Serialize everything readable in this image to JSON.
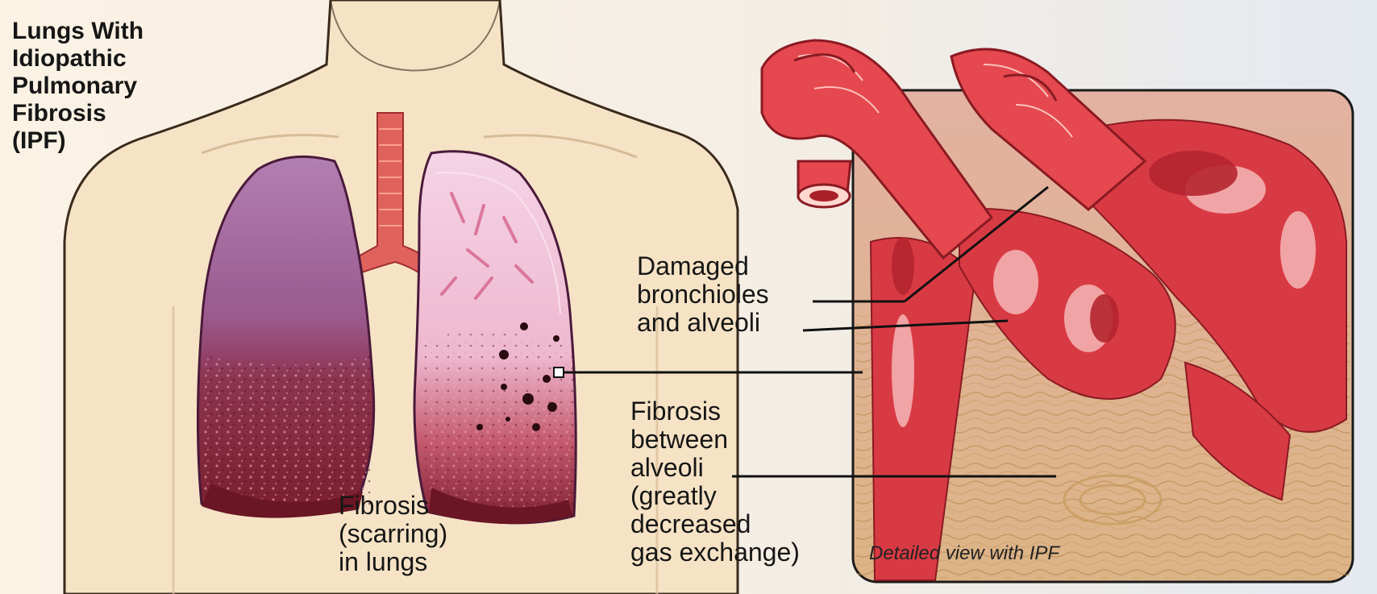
{
  "title": "Lungs With\nIdiopathic\nPulmonary\nFibrosis\n(IPF)",
  "labels": {
    "damaged": "Damaged\nbronchioles\nand alveoli",
    "fibrosis_between": "Fibrosis\nbetween\nalveoli\n(greatly\ndecreased\ngas exchange)",
    "fibrosis_lungs": "Fibrosis\n(scarring)\nin lungs",
    "detail_caption": "Detailed view with IPF"
  },
  "colors": {
    "skin": "#f6e3c6",
    "skin_outline": "#3a2a1c",
    "lung_healthy": "#a8609a",
    "lung_scarred": "#8e2a3a",
    "lung_pink": "#f2c6dc",
    "trachea": "#e0625c",
    "tissue_red": "#d83a44",
    "tissue_light": "#f6b7b7",
    "fibrous_tan": "#d9b07a",
    "panel_bg": "#e8edf3"
  }
}
